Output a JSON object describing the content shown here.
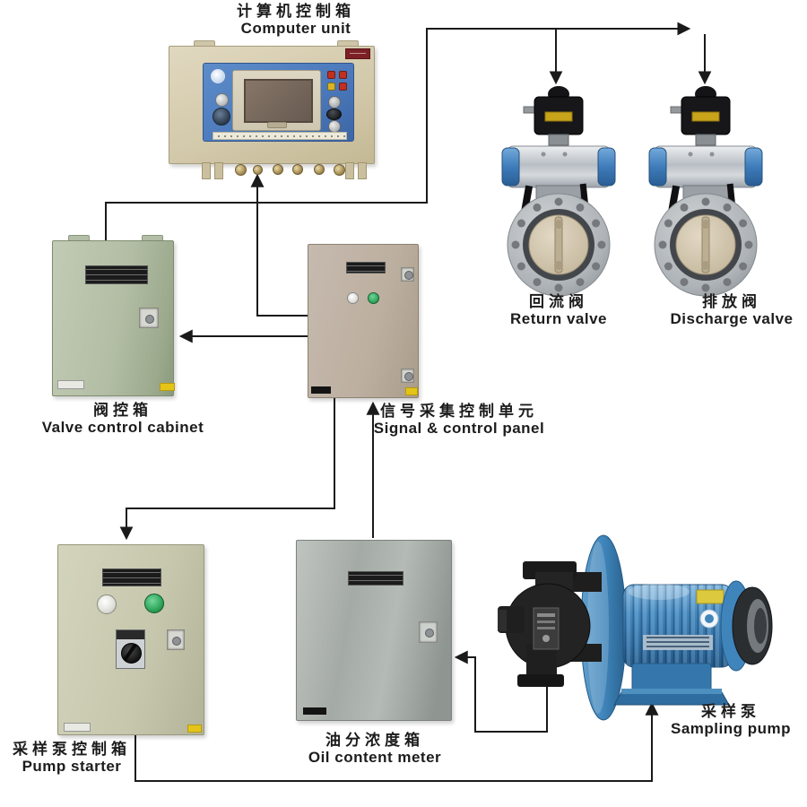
{
  "page": {
    "background": "#ffffff",
    "type": "equipment-wiring-diagram"
  },
  "labels": {
    "computer_unit": {
      "zh": "计算机控制箱",
      "en": "Computer unit"
    },
    "return_valve": {
      "zh": "回流阀",
      "en": "Return valve"
    },
    "discharge_valve": {
      "zh": "排放阀",
      "en": "Discharge valve"
    },
    "valve_cabinet": {
      "zh": "阀控箱",
      "en": "Valve control cabinet"
    },
    "signal_panel": {
      "zh": "信号采集控制单元",
      "en": "Signal & control panel"
    },
    "pump_starter": {
      "zh": "采样泵控制箱",
      "en": "Pump starter"
    },
    "oil_meter": {
      "zh": "油分浓度箱",
      "en": "Oil content meter"
    },
    "sampling_pump": {
      "zh": "采样泵",
      "en": "Sampling pump"
    }
  },
  "connections": [
    {
      "from": "valve-control-cabinet",
      "to": "return-valve"
    },
    {
      "from": "valve-control-cabinet",
      "to": "discharge-valve"
    },
    {
      "from": "signal-control-panel",
      "to": "computer-unit"
    },
    {
      "from": "signal-control-panel",
      "to": "valve-control-cabinet"
    },
    {
      "from": "signal-control-panel",
      "to": "pump-starter"
    },
    {
      "from": "oil-content-meter",
      "to": "signal-control-panel"
    },
    {
      "from": "sampling-pump",
      "to": "oil-content-meter"
    },
    {
      "from": "pump-starter",
      "to": "sampling-pump"
    }
  ],
  "colors": {
    "connector_line": "#1a1a1a",
    "computer_unit_body": "#d6cdb2",
    "computer_unit_panel": "#4d7cbe",
    "valve_cabinet_body": "#b5c0a8",
    "signal_panel_body": "#beb1a1",
    "pump_starter_body": "#c9cab0",
    "oil_meter_body": "#a7aca8",
    "valve_actuator": "#17171a",
    "valve_actuator_label": "#c8a41a",
    "valve_cylinder_cap": "#4187c4",
    "pump_blue": "#3f85bb",
    "pump_head": "#232323",
    "led_red": "#c03020",
    "led_yellow": "#d8b426",
    "button_green": "#2ea55a"
  }
}
